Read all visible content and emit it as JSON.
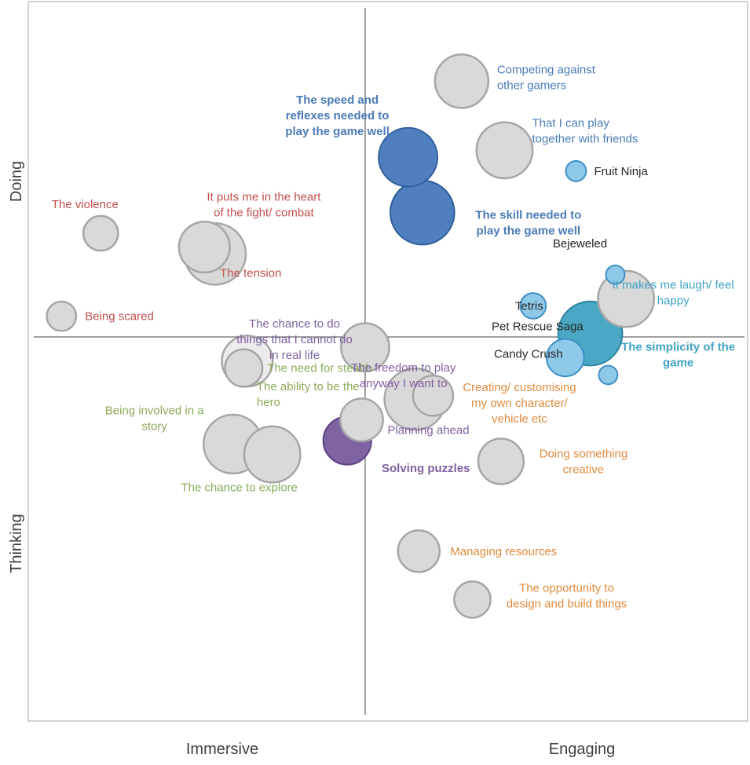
{
  "chart_data": {
    "type": "scatter",
    "title": "",
    "xlabel_left": "Immersive",
    "xlabel_right": "Engaging",
    "ylabel_top": "Doing",
    "ylabel_bottom": "Thinking",
    "xlim": [
      -10,
      10
    ],
    "ylim": [
      -10,
      10
    ],
    "grid": false,
    "colors": {
      "grey_fill": "#d9d9d9",
      "grey_stroke": "#a6a6a6",
      "dark_blue": "#4f7fbf",
      "light_blue": "#8fc9ea",
      "teal": "#4aa8c4",
      "purple": "#8063a3",
      "red_text": "#c0504d",
      "blue_text": "#4a7bb7",
      "purple_text": "#7f60a0",
      "green_text": "#8aab5a",
      "orange_text": "#e08a3c",
      "teal_text": "#41a3c4",
      "black_text": "#262626"
    },
    "points": [
      {
        "label": "Competing against other gamers",
        "lines": [
          "Competing against",
          "other gamers"
        ],
        "x": 2.7,
        "y": 7.4,
        "size": 1.0,
        "fill": "grey",
        "text_color": "blue",
        "bold": false
      },
      {
        "label": "That I can play together with friends",
        "lines": [
          "That I can play",
          "together with friends"
        ],
        "x": 3.9,
        "y": 5.4,
        "size": 1.05,
        "fill": "grey",
        "text_color": "blue",
        "bold": false
      },
      {
        "label": "The speed and reflexes needed to play the game well",
        "lines": [
          "The speed and",
          "reflexes needed to",
          "play the game well"
        ],
        "x": 1.2,
        "y": 5.2,
        "size": 1.1,
        "fill": "dark_blue",
        "text_color": "blue",
        "bold": true
      },
      {
        "label": "The skill needed to play the game well",
        "lines": [
          "The skill needed to",
          "play the game well"
        ],
        "x": 1.6,
        "y": 3.6,
        "size": 1.2,
        "fill": "dark_blue",
        "text_color": "blue",
        "bold": true
      },
      {
        "label": "Fruit Ninja",
        "lines": [
          "Fruit Ninja"
        ],
        "x": 5.9,
        "y": 4.8,
        "size": 0.38,
        "fill": "light_blue",
        "text_color": "black",
        "bold": false
      },
      {
        "label": "The violence",
        "lines": [
          "The violence"
        ],
        "x": -7.4,
        "y": 3.0,
        "size": 0.65,
        "fill": "grey",
        "text_color": "red",
        "bold": false
      },
      {
        "label": "It puts me in the heart of the fight/ combat",
        "lines": [
          "It puts me in the heart",
          "of the fight/ combat"
        ],
        "x": -4.2,
        "y": 2.4,
        "size": 1.15,
        "fill": "grey",
        "text_color": "red",
        "bold": false
      },
      {
        "label": "The tension",
        "lines": [
          "The tension"
        ],
        "x": -4.5,
        "y": 2.6,
        "size": 0.95,
        "fill": "grey",
        "text_color": "red",
        "bold": false
      },
      {
        "label": "Being scared",
        "lines": [
          "Being scared"
        ],
        "x": -8.5,
        "y": 0.6,
        "size": 0.55,
        "fill": "grey",
        "text_color": "red",
        "bold": false
      },
      {
        "label": "Bejeweled",
        "lines": [
          "Bejeweled"
        ],
        "x": 7.0,
        "y": 1.8,
        "size": 0.35,
        "fill": "light_blue",
        "text_color": "black",
        "bold": false
      },
      {
        "label": "It makes me laugh/ feel happy",
        "lines": [
          "It makes me laugh/ feel",
          "happy"
        ],
        "x": 7.3,
        "y": 1.1,
        "size": 1.05,
        "fill": "grey",
        "text_color": "teal",
        "bold": false
      },
      {
        "label": "Tetris",
        "lines": [
          "Tetris"
        ],
        "x": 4.7,
        "y": 0.9,
        "size": 0.48,
        "fill": "light_blue",
        "text_color": "black",
        "bold": false
      },
      {
        "label": "The simplicity of the game",
        "lines": [
          "The simplicity of the",
          "game"
        ],
        "x": 6.3,
        "y": 0.1,
        "size": 1.2,
        "fill": "teal",
        "text_color": "teal",
        "bold": true
      },
      {
        "label": "Candy Crush",
        "lines": [
          "Candy Crush"
        ],
        "x": 5.6,
        "y": -0.6,
        "size": 0.7,
        "fill": "light_blue",
        "text_color": "black",
        "bold": false
      },
      {
        "label": "Pet Rescue Saga",
        "lines": [
          "Pet Rescue Saga"
        ],
        "x": 6.8,
        "y": -1.1,
        "size": 0.35,
        "fill": "light_blue",
        "text_color": "black",
        "bold": false
      },
      {
        "label": "The chance to do things that I cannot do in real life",
        "lines": [
          "The chance to do",
          "things that I cannot do",
          "in real life"
        ],
        "x": 0.0,
        "y": -0.3,
        "size": 0.9,
        "fill": "grey",
        "text_color": "purple",
        "bold": false
      },
      {
        "label": "The ability to be the hero",
        "lines": [
          "The ability to be the",
          "hero"
        ],
        "x": -3.3,
        "y": -0.7,
        "size": 0.95,
        "fill": "grey_light",
        "text_color": "green",
        "bold": false
      },
      {
        "label": "The need for stealth",
        "lines": [
          "The need for stealth"
        ],
        "x": -3.4,
        "y": -0.9,
        "size": 0.7,
        "fill": "grey",
        "text_color": "green",
        "bold": false
      },
      {
        "label": "The freedom to play anyway I want to",
        "lines": [
          "The freedom to play",
          "anyway I want to"
        ],
        "x": 1.4,
        "y": -1.8,
        "size": 1.15,
        "fill": "grey",
        "text_color": "purple",
        "bold": false
      },
      {
        "label": "Creating/ customising my own character/ vehicle etc",
        "lines": [
          "Creating/ customising",
          "my own character/",
          "vehicle etc"
        ],
        "x": 1.9,
        "y": -1.7,
        "size": 0.75,
        "fill": "grey",
        "text_color": "orange",
        "bold": false
      },
      {
        "label": "Planning ahead",
        "lines": [
          "Planning ahead"
        ],
        "x": -0.1,
        "y": -2.4,
        "size": 0.8,
        "fill": "grey",
        "text_color": "purple",
        "bold": false
      },
      {
        "label": "Solving puzzles",
        "lines": [
          "Solving puzzles"
        ],
        "x": -0.5,
        "y": -3.0,
        "size": 0.9,
        "fill": "purple",
        "text_color": "purple",
        "bold": true
      },
      {
        "label": "Being involved in a story",
        "lines": [
          "Being involved in a",
          "story"
        ],
        "x": -3.7,
        "y": -3.1,
        "size": 1.1,
        "fill": "grey",
        "text_color": "green",
        "bold": false
      },
      {
        "label": "The chance to explore",
        "lines": [
          "The chance to explore"
        ],
        "x": -2.6,
        "y": -3.4,
        "size": 1.05,
        "fill": "grey",
        "text_color": "green",
        "bold": false
      },
      {
        "label": "Doing something creative",
        "lines": [
          "Doing something",
          "creative"
        ],
        "x": 3.8,
        "y": -3.6,
        "size": 0.85,
        "fill": "grey",
        "text_color": "orange",
        "bold": false
      },
      {
        "label": "Managing resources",
        "lines": [
          "Managing resources"
        ],
        "x": 1.5,
        "y": -6.2,
        "size": 0.78,
        "fill": "grey",
        "text_color": "orange",
        "bold": false
      },
      {
        "label": "The opportunity to design and build things",
        "lines": [
          "The opportunity to",
          "design and build things"
        ],
        "x": 3.0,
        "y": -7.6,
        "size": 0.68,
        "fill": "grey",
        "text_color": "orange",
        "bold": false
      }
    ]
  }
}
